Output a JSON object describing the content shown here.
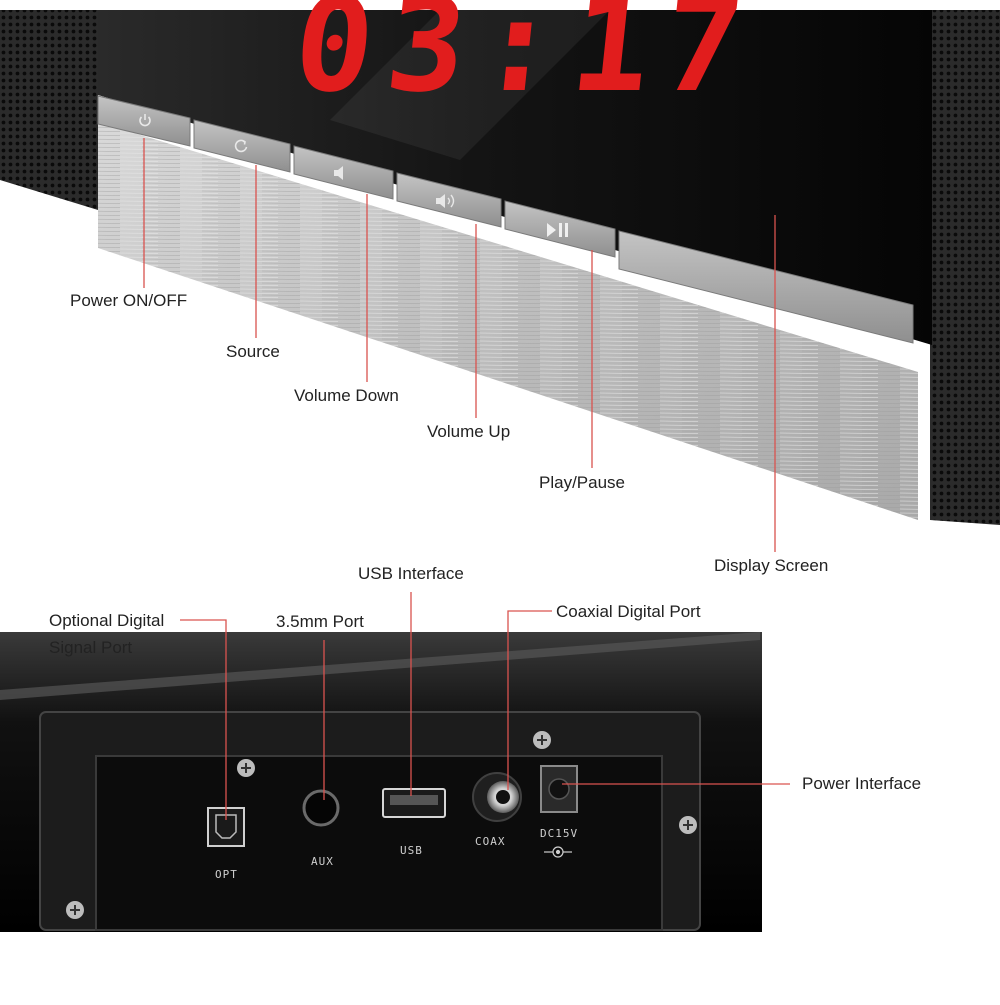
{
  "display": {
    "time": "03:17",
    "digit_color": "#e11d1d"
  },
  "accent_line_color": "#d9534f",
  "buttons": [
    {
      "name": "power-button",
      "icon": "power-icon"
    },
    {
      "name": "source-button",
      "icon": "source-icon"
    },
    {
      "name": "volume-down-button",
      "icon": "speaker-low-icon"
    },
    {
      "name": "volume-up-button",
      "icon": "speaker-high-icon"
    },
    {
      "name": "play-pause-button",
      "icon": "play-pause-icon"
    },
    {
      "name": "display-button",
      "icon": ""
    }
  ],
  "top_labels": {
    "power": "Power ON/OFF",
    "source": "Source",
    "volume_down": "Volume Down",
    "volume_up": "Volume Up",
    "play_pause": "Play/Pause",
    "display_screen": "Display Screen"
  },
  "bottom_labels": {
    "optional_digital_line1": "Optional Digital",
    "optional_digital_line2": "Signal Port",
    "aux_port": "3.5mm Port",
    "usb_interface": "USB Interface",
    "coaxial": "Coaxial Digital Port",
    "power_interface": "Power Interface"
  },
  "port_labels": {
    "opt": "OPT",
    "aux": "AUX",
    "usb": "USB",
    "coax": "COAX",
    "dc": "DC15V"
  }
}
